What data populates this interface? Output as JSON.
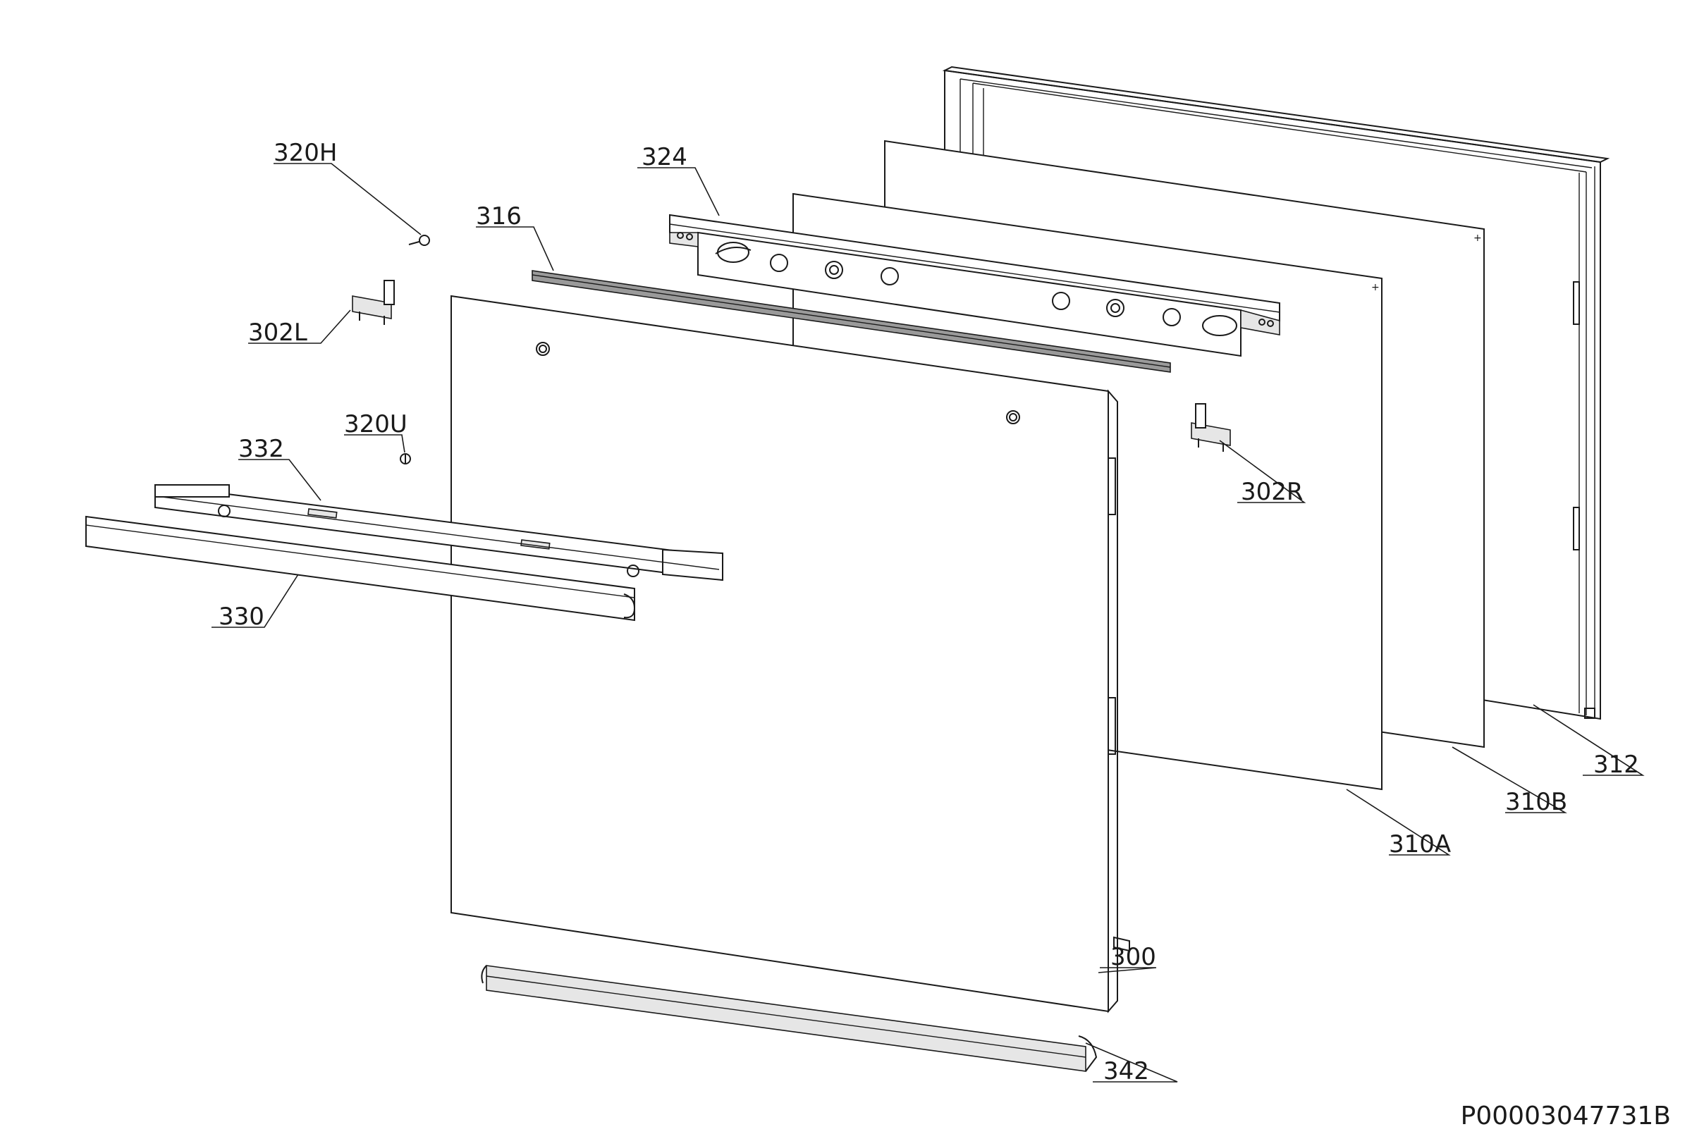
{
  "drawing_number": "P00003047731B",
  "labels": {
    "p300": "300",
    "p302L": "302L",
    "p302R": "302R",
    "p310A": "310A",
    "p310B": "310B",
    "p312": "312",
    "p316": "316",
    "p320H": "320H",
    "p320U": "320U",
    "p324": "324",
    "p330": "330",
    "p332": "332",
    "p342": "342"
  }
}
